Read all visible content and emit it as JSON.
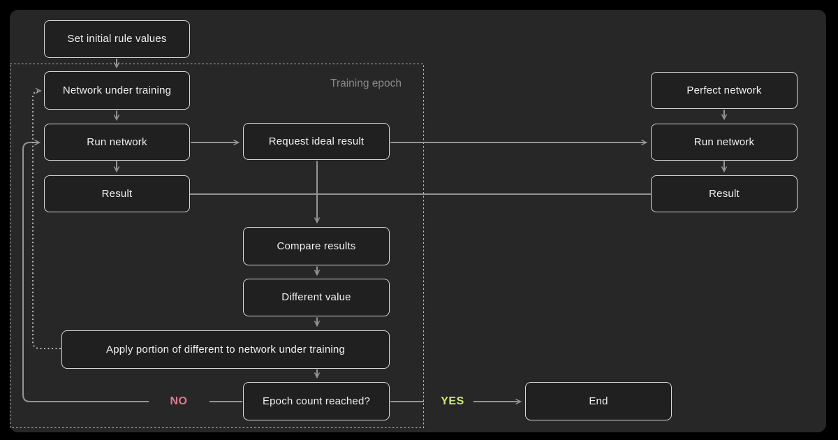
{
  "diagram": {
    "container_label": "Training epoch",
    "edge_labels": {
      "no": "NO",
      "yes": "YES"
    },
    "nodes": {
      "set_initial": {
        "label": "Set initial rule values"
      },
      "network_under_training": {
        "label": "Network under training"
      },
      "run_network": {
        "label": "Run network"
      },
      "result": {
        "label": "Result"
      },
      "request_ideal_result": {
        "label": "Request ideal result"
      },
      "compare_results": {
        "label": "Compare results"
      },
      "different_value": {
        "label": "Different value"
      },
      "apply_portion": {
        "label": "Apply portion of different to network under training"
      },
      "epoch_count": {
        "label": "Epoch count reached?"
      },
      "perfect_network": {
        "label": "Perfect network"
      },
      "run_network_right": {
        "label": "Run network"
      },
      "result_right": {
        "label": "Result"
      },
      "end": {
        "label": "End"
      }
    },
    "colors": {
      "background": "#000000",
      "panel": "#272727",
      "node_fill": "#202020",
      "node_border": "#d8d8d8",
      "node_text": "#f0f0f0",
      "connector": "#949494",
      "dotted_connector": "#b5b5b5",
      "dashed_container_border": "#bdbdbd",
      "container_label": "#8a8a8a",
      "no_label": "#e5798c",
      "yes_label": "#cdeb78"
    }
  }
}
